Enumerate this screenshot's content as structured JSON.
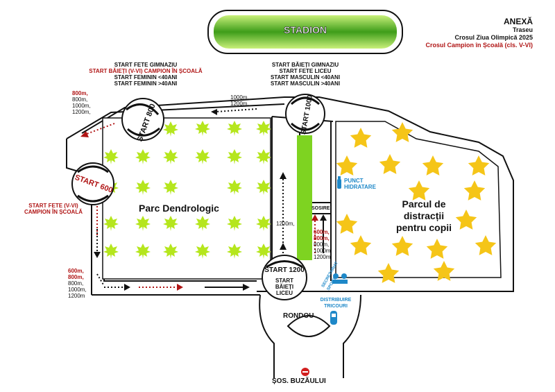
{
  "annex": {
    "title": "ANEXĂ",
    "line1": "Traseu",
    "line2": "Crosul Ziua Olimpică 2025",
    "line3": "Crosul Campion în Școală (cls. V-VI)"
  },
  "stadium": "STADION",
  "start_group_left": {
    "line1": "START FETE GIMNAZIU",
    "line2": "START BĂIEȚI (V-VI) CAMPION ÎN ȘCOALĂ",
    "line3": "START FEMININ <40ANI",
    "line4": "START FEMININ >40ANI"
  },
  "start_group_right": {
    "line1": "START BĂIEȚI GIMNAZIU",
    "line2": "START FETE LICEU",
    "line3": "START MASCULIN <40ANI",
    "line4": "START MASCULIN >40ANI"
  },
  "start_fete_vvi": {
    "line1": "START FETE (V-VI)",
    "line2": "CAMPION ÎN ȘCOALĂ"
  },
  "badges": {
    "s800": "START 800",
    "s1000": "START 1000",
    "s600": "START 600",
    "s1200": "START 1200"
  },
  "parks": {
    "dendro": "Parc Dendrologic",
    "fun1": "Parcul de",
    "fun2": "distracții",
    "fun3": "pentru copii"
  },
  "distances": {
    "top_left": [
      "800m,",
      "800m,",
      "1000m,",
      "1200m,"
    ],
    "top_right": [
      "1000m,",
      "1200m,"
    ],
    "left_bottom": [
      "600m,",
      "800m,",
      "800m,",
      "1000m,",
      "1200m"
    ],
    "mid": "1200m,",
    "right_mid": [
      "600m,",
      "800m,",
      "800m,",
      "1000m,",
      "1200m,"
    ]
  },
  "labels": {
    "sosire": "SOSIRE",
    "start_baieti_liceu": [
      "START",
      "BĂIEȚI",
      "LICEU"
    ],
    "rondou": "RONDOU",
    "sos_buzaului": "ȘOS. BUZĂULUI",
    "punct_hidratare": [
      "PUNCT",
      "HIDRATARE"
    ],
    "distributie_tricouri": [
      "DISTRIBUIRE",
      "TRICOURI"
    ],
    "secretariat": "SECRETARIAT SPORTIV"
  },
  "colors": {
    "green_track": "#7ed321",
    "leaf": "#b5e61d",
    "star": "#f5c518",
    "red": "#b01515",
    "blue": "#1e88c8"
  }
}
